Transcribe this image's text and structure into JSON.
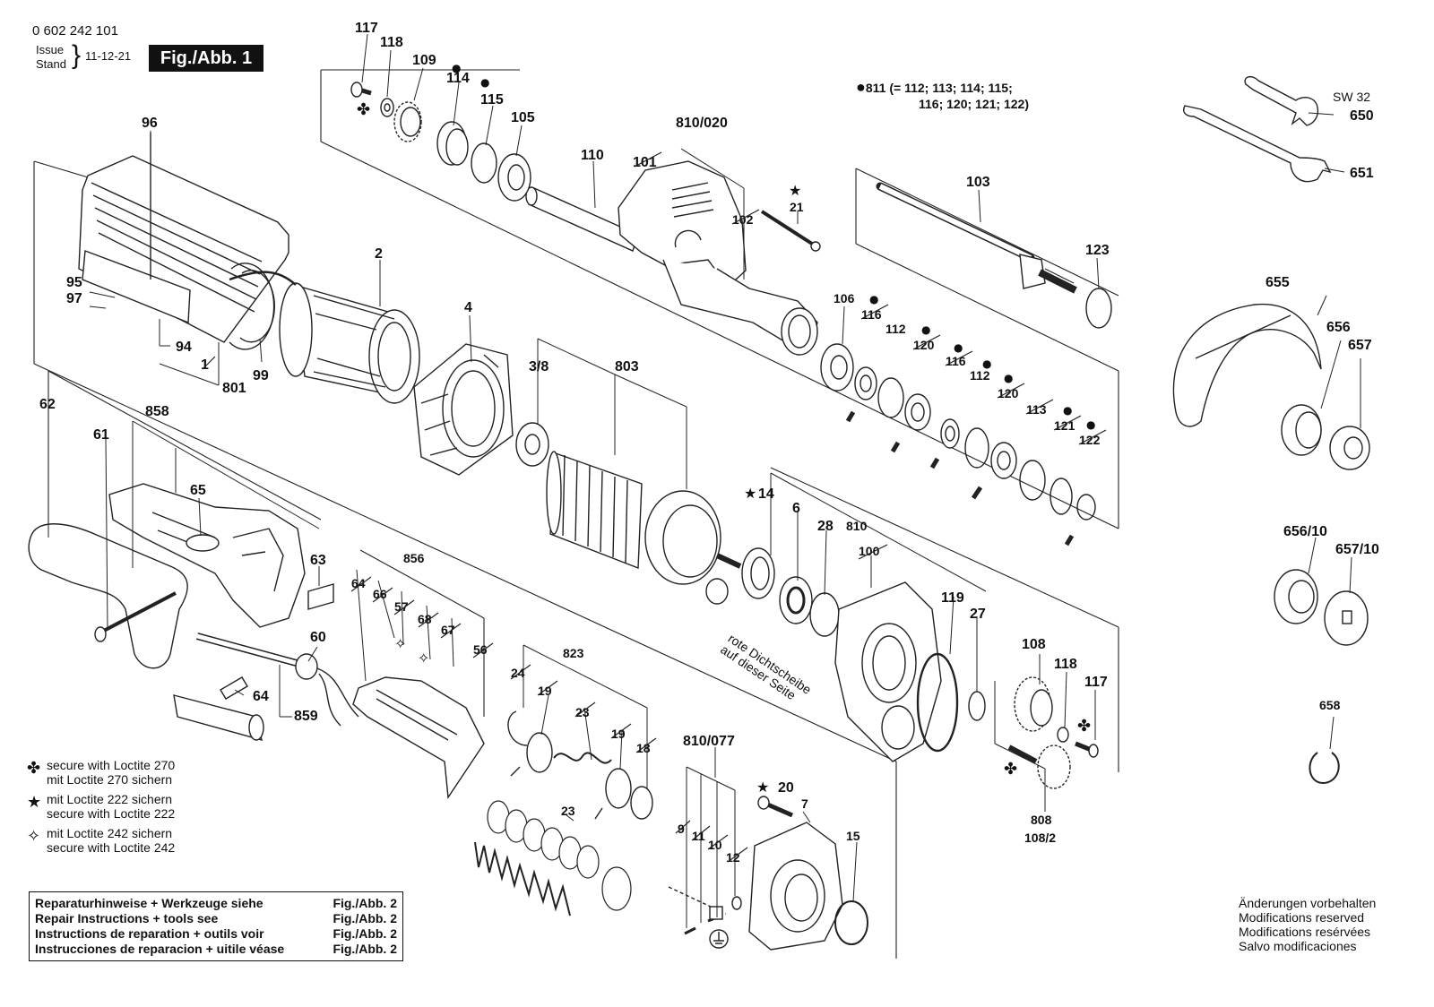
{
  "header": {
    "part_number": "0 602 242 101",
    "issue_label": "Issue",
    "stand_label": "Stand",
    "issue_date": "11-12-21",
    "figure_title": "Fig./Abb. 1"
  },
  "spec_note": {
    "line1": "811 (= 112; 113; 114; 115;",
    "line2": "116; 120; 121; 122)"
  },
  "wrench_label": "SW 32",
  "side_note": {
    "line1": "rote Dichtscheibe",
    "line2": "auf dieser Seite"
  },
  "legend": [
    {
      "icon": "club-icon",
      "line1": "secure with Loctite 270",
      "line2": "mit Loctite 270 sichern"
    },
    {
      "icon": "star-icon",
      "line1": "mit Loctite 222 sichern",
      "line2": "secure with Loctite 222"
    },
    {
      "icon": "outline-star-icon",
      "line1": "mit Loctite 242 sichern",
      "line2": "secure with Loctite 242"
    }
  ],
  "repair_refs": [
    {
      "text": "Reparaturhinweise + Werkzeuge siehe",
      "ref": "Fig./Abb. 2"
    },
    {
      "text": "Repair Instructions + tools see",
      "ref": "Fig./Abb. 2"
    },
    {
      "text": "Instructions de reparation + outils voir",
      "ref": "Fig./Abb. 2"
    },
    {
      "text": "Instrucciones de reparacion + uitile véase",
      "ref": "Fig./Abb. 2"
    }
  ],
  "modifications": [
    "Änderungen vorbehalten",
    "Modifications reserved",
    "Modifications resérvées",
    "Salvo modificaciones"
  ],
  "part_labels": [
    {
      "text": "117"
    },
    {
      "text": "118"
    },
    {
      "text": "109"
    },
    {
      "text": "114"
    },
    {
      "text": "115"
    },
    {
      "text": "105"
    },
    {
      "text": "110"
    },
    {
      "text": "810/020"
    },
    {
      "text": "101"
    },
    {
      "text": "102"
    },
    {
      "text": "21"
    },
    {
      "text": "103"
    },
    {
      "text": "123"
    },
    {
      "text": "650"
    },
    {
      "text": "651"
    },
    {
      "text": "96"
    },
    {
      "text": "2"
    },
    {
      "text": "95"
    },
    {
      "text": "97"
    },
    {
      "text": "94"
    },
    {
      "text": "1"
    },
    {
      "text": "801"
    },
    {
      "text": "99"
    },
    {
      "text": "4"
    },
    {
      "text": "106"
    },
    {
      "text": "116"
    },
    {
      "text": "112"
    },
    {
      "text": "120"
    },
    {
      "text": "116"
    },
    {
      "text": "112"
    },
    {
      "text": "120"
    },
    {
      "text": "113"
    },
    {
      "text": "121"
    },
    {
      "text": "122"
    },
    {
      "text": "655"
    },
    {
      "text": "656"
    },
    {
      "text": "657"
    },
    {
      "text": "3/8"
    },
    {
      "text": "803"
    },
    {
      "text": "62"
    },
    {
      "text": "61"
    },
    {
      "text": "858"
    },
    {
      "text": "65"
    },
    {
      "text": "63"
    },
    {
      "text": "856"
    },
    {
      "text": "64"
    },
    {
      "text": "66"
    },
    {
      "text": "57"
    },
    {
      "text": "68"
    },
    {
      "text": "67"
    },
    {
      "text": "56"
    },
    {
      "text": "60"
    },
    {
      "text": "64"
    },
    {
      "text": "859"
    },
    {
      "text": "14"
    },
    {
      "text": "6"
    },
    {
      "text": "28"
    },
    {
      "text": "810"
    },
    {
      "text": "100"
    },
    {
      "text": "119"
    },
    {
      "text": "27"
    },
    {
      "text": "656/10"
    },
    {
      "text": "657/10"
    },
    {
      "text": "108"
    },
    {
      "text": "118"
    },
    {
      "text": "117"
    },
    {
      "text": "823"
    },
    {
      "text": "24"
    },
    {
      "text": "19"
    },
    {
      "text": "23"
    },
    {
      "text": "19"
    },
    {
      "text": "18"
    },
    {
      "text": "23"
    },
    {
      "text": "810/077"
    },
    {
      "text": "20"
    },
    {
      "text": "7"
    },
    {
      "text": "15"
    },
    {
      "text": "9"
    },
    {
      "text": "11"
    },
    {
      "text": "10"
    },
    {
      "text": "12"
    },
    {
      "text": "808"
    },
    {
      "text": "108/2"
    },
    {
      "text": "658"
    }
  ]
}
